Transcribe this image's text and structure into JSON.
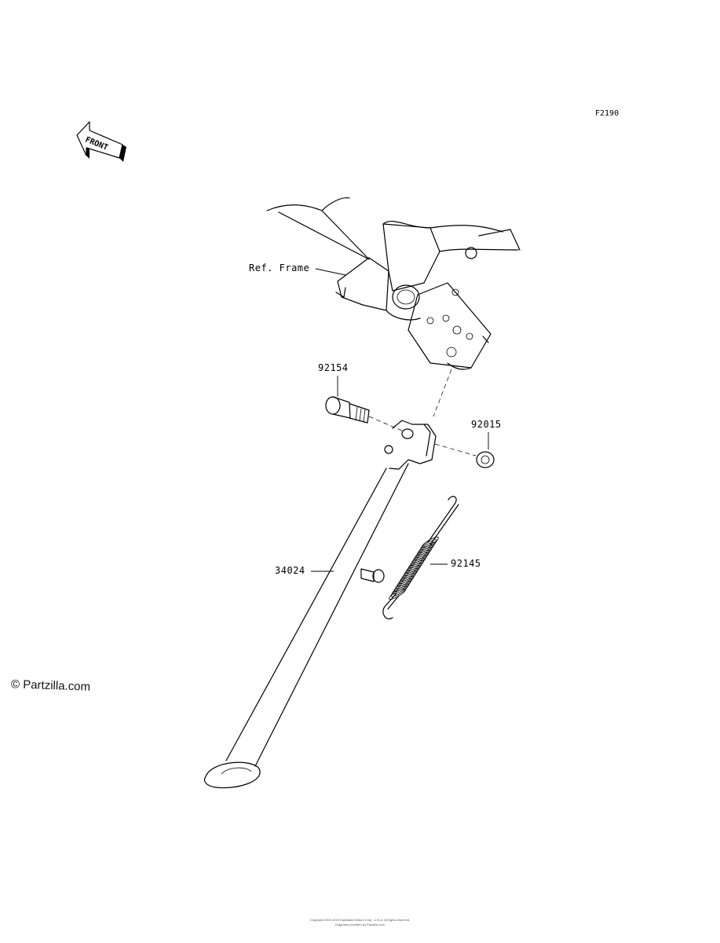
{
  "diagram": {
    "figure_code": "F2190",
    "front_arrow_text": "FRONT",
    "ref_label": "Ref. Frame",
    "parts": [
      {
        "number": "92154"
      },
      {
        "number": "92015"
      },
      {
        "number": "34024"
      },
      {
        "number": "92145"
      }
    ]
  },
  "watermark": "© Partzilla.com",
  "footer": {
    "line1": "Copyright 2002-2019 Kawasaki Motors Corp., U.S.A. All rights reserved.",
    "line2": "Diagrams provided by Partzilla.com"
  }
}
